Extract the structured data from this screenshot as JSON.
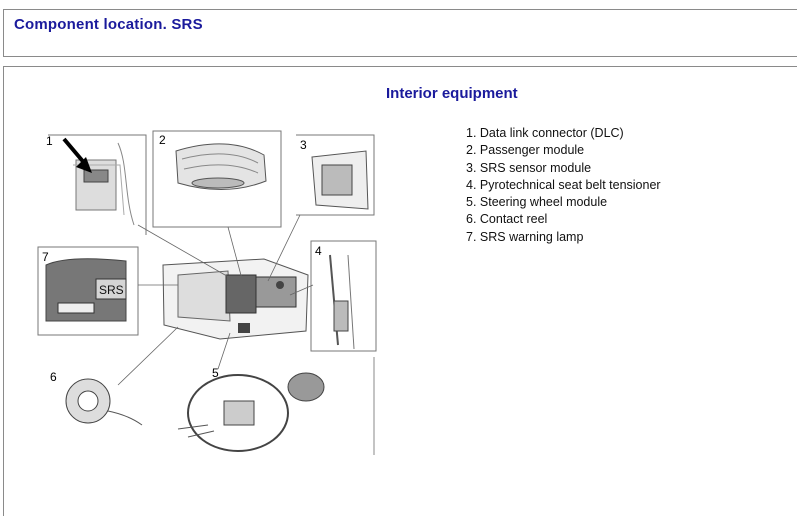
{
  "header": {
    "title": "Component location. SRS"
  },
  "section": {
    "title": "Interior equipment"
  },
  "components": [
    {
      "number": "1",
      "label": "Data link connector (DLC)"
    },
    {
      "number": "2",
      "label": "Passenger module"
    },
    {
      "number": "3",
      "label": "SRS sensor module"
    },
    {
      "number": "4",
      "label": "Pyrotechnical seat belt tensioner"
    },
    {
      "number": "5",
      "label": "Steering wheel module"
    },
    {
      "number": "6",
      "label": "Contact reel"
    },
    {
      "number": "7",
      "label": "SRS warning lamp"
    }
  ],
  "diagram": {
    "callouts": [
      "1",
      "2",
      "3",
      "4",
      "5",
      "6",
      "7"
    ],
    "warning_lamp_text": "SRS"
  },
  "colors": {
    "title": "#1a1a9c",
    "border": "#8a8a8a"
  }
}
